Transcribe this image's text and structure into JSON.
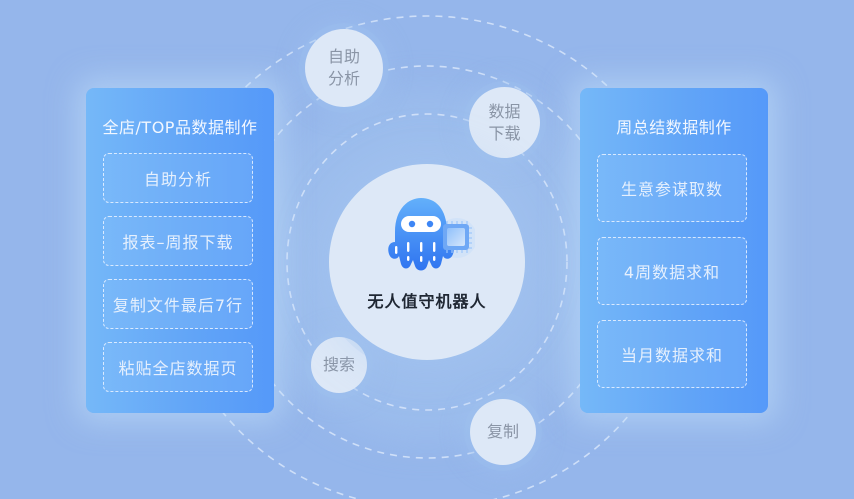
{
  "left_panel": {
    "title": "全店/TOP品数据制作",
    "items": [
      {
        "label": "自助分析"
      },
      {
        "label": "报表–周报下载"
      },
      {
        "label": "复制文件最后7行"
      },
      {
        "label": "粘贴全店数据页"
      }
    ]
  },
  "right_panel": {
    "title": "周总结数据制作",
    "items": [
      {
        "label": "生意参谋取数"
      },
      {
        "label": "4周数据求和"
      },
      {
        "label": "当月数据求和"
      }
    ]
  },
  "center": {
    "label": "无人值守机器人",
    "icon": "octopus-robot-chip-icon"
  },
  "bubbles": [
    {
      "line1": "自助",
      "line2": "分析"
    },
    {
      "line1": "数据",
      "line2": "下载"
    },
    {
      "line1": "搜索"
    },
    {
      "line1": "复制"
    }
  ],
  "colors": {
    "background": "#95b6eb",
    "panel_gradient_start": "#75b8f8",
    "panel_gradient_end": "#5599f9",
    "bubble_fill": "#dde8f7",
    "bubble_text": "#8a95a6",
    "center_text": "#1f2733",
    "robot_blue": "#3d86f5"
  }
}
